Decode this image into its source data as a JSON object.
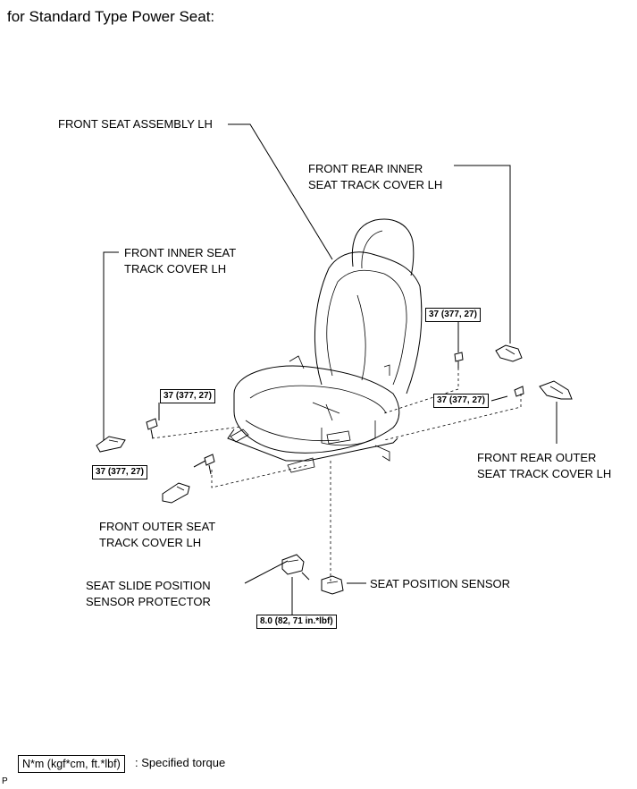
{
  "heading": "for Standard Type Power Seat:",
  "labels": {
    "front_seat_assembly": "FRONT SEAT ASSEMBLY LH",
    "rear_inner_line1": "FRONT REAR INNER",
    "rear_inner_line2": "SEAT TRACK COVER LH",
    "inner_cover_line1": "FRONT INNER SEAT",
    "inner_cover_line2": "TRACK COVER LH",
    "rear_outer_line1": "FRONT REAR OUTER",
    "rear_outer_line2": "SEAT TRACK COVER LH",
    "outer_cover_line1": "FRONT OUTER SEAT",
    "outer_cover_line2": "TRACK COVER LH",
    "slide_protector_line1": "SEAT SLIDE POSITION",
    "slide_protector_line2": "SENSOR PROTECTOR",
    "position_sensor": "SEAT POSITION SENSOR"
  },
  "torques": {
    "right_upper": "37 (377, 27)",
    "right_lower": "37 (377, 27)",
    "left_upper": "37 (377, 27)",
    "left_lower": "37 (377, 27)",
    "sensor": "8.0 (82, 71 in.*lbf)"
  },
  "legend": {
    "box": "N*m (kgf*cm, ft.*lbf)",
    "text": ": Specified torque"
  },
  "footer": "P"
}
